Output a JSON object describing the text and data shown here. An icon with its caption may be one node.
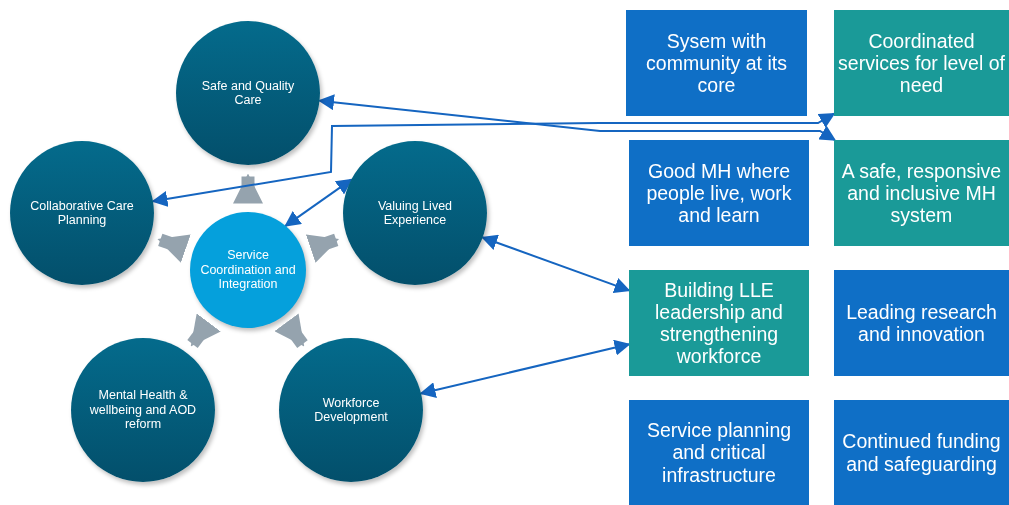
{
  "diagram": {
    "nodes": [
      {
        "text": [
          "Safe and Quality Care"
        ]
      },
      {
        "text": [
          "Collaborative Care Planning"
        ]
      },
      {
        "text": [
          "Service Coordination and Integration"
        ]
      },
      {
        "text": [
          "Valuing Lived Experience"
        ]
      },
      {
        "text": [
          "Mental Health & wellbeing and AOD reform"
        ]
      },
      {
        "text": [
          "Workforce Development"
        ]
      },
      {
        "text": [
          "Sysem with community at its core"
        ]
      },
      {
        "text": [
          "Coordinated services for level of need"
        ]
      },
      {
        "text": [
          "Good MH where people live, work and learn"
        ]
      },
      {
        "text": [
          "A safe, responsive and inclusive MH system"
        ]
      },
      {
        "text": [
          "Building LLE leadership and strengthening workforce"
        ]
      },
      {
        "text": [
          "Leading research and innovation"
        ]
      },
      {
        "text": [
          "Service planning and critical infrastructure"
        ]
      },
      {
        "text": [
          "Continued funding and safeguarding"
        ]
      }
    ],
    "edges": [
      {
        "from": 2,
        "to": 0,
        "arrow": "to",
        "style": "thick",
        "color": "#95a3ae"
      },
      {
        "from": 2,
        "to": 1,
        "arrow": "to",
        "style": "thick",
        "color": "#95a3ae"
      },
      {
        "from": 2,
        "to": 3,
        "arrow": "to",
        "style": "thick",
        "color": "#95a3ae"
      },
      {
        "from": 2,
        "to": 4,
        "arrow": "to",
        "style": "thick",
        "color": "#95a3ae"
      },
      {
        "from": 2,
        "to": 5,
        "arrow": "to",
        "style": "thick",
        "color": "#95a3ae"
      },
      {
        "from": 2,
        "to": 3,
        "arrow": "both",
        "color": "#1565c0"
      },
      {
        "from": 0,
        "to": 9,
        "arrow": "both",
        "color": "#1565c0"
      },
      {
        "from": 1,
        "to": 7,
        "arrow": "both",
        "color": "#1565c0"
      },
      {
        "from": 3,
        "to": 10,
        "arrow": "both",
        "color": "#1565c0"
      },
      {
        "from": 5,
        "to": 10,
        "arrow": "both",
        "color": "#1565c0"
      }
    ]
  }
}
